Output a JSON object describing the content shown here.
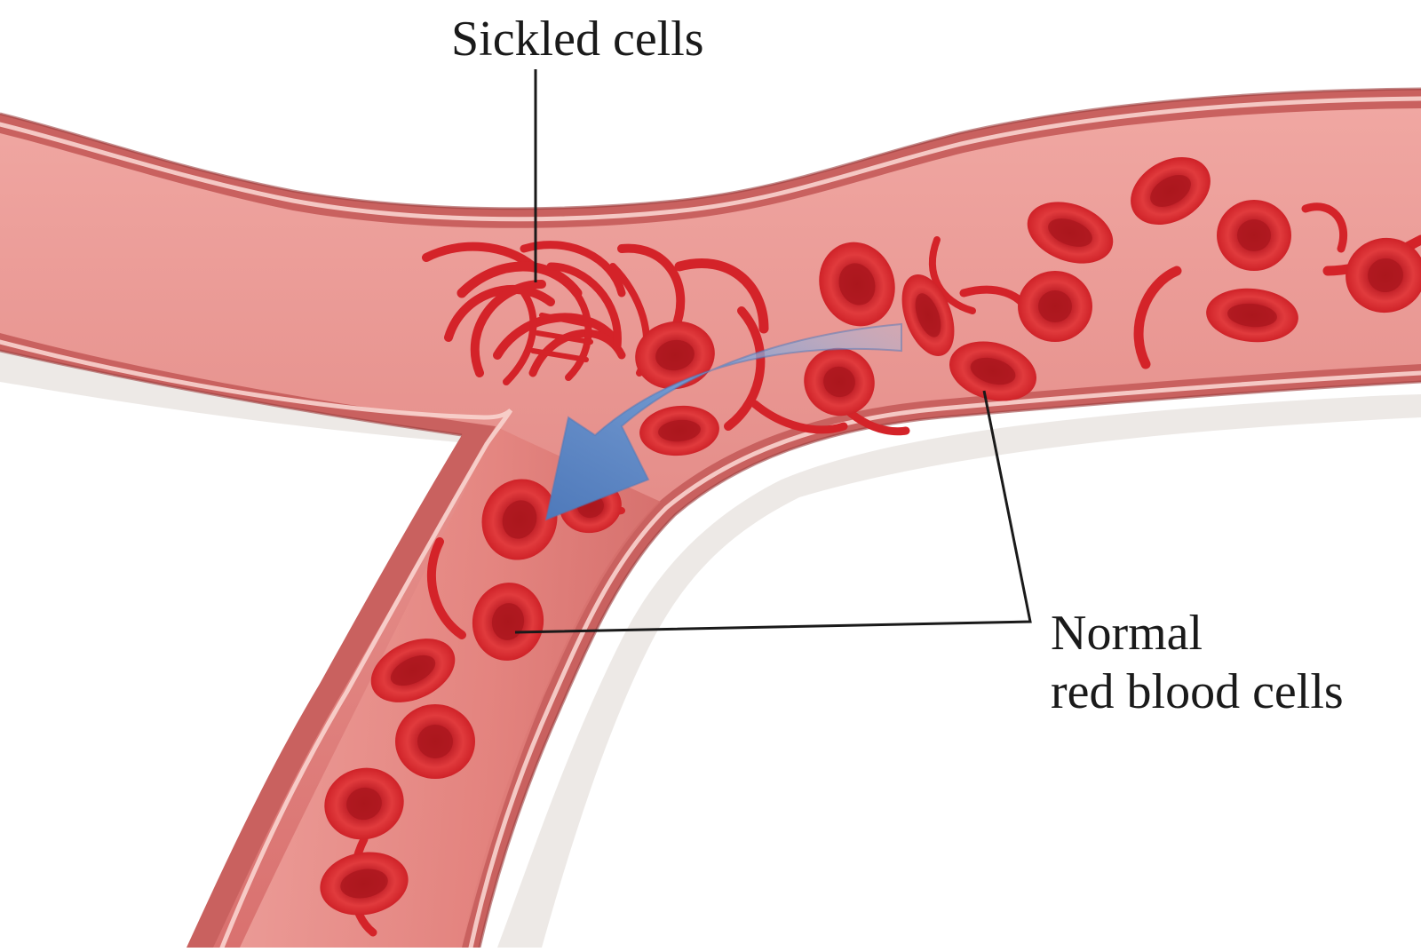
{
  "labels": {
    "sickled": "Sickled cells",
    "normal_line1": "Normal",
    "normal_line2": "red blood cells"
  },
  "colors": {
    "vessel_wall": "#c9615f",
    "vessel_lumen": "#e58d8a",
    "vessel_highlight": "#f7c3bf",
    "cell_red": "#d82a2e",
    "cell_center": "#b11a1f",
    "arrow_blue": "#5b86c4",
    "label_text": "#1a1a1a",
    "leader_line": "#1a1a1a"
  },
  "icons": {
    "flow_arrow": "curved-arrow-icon"
  }
}
